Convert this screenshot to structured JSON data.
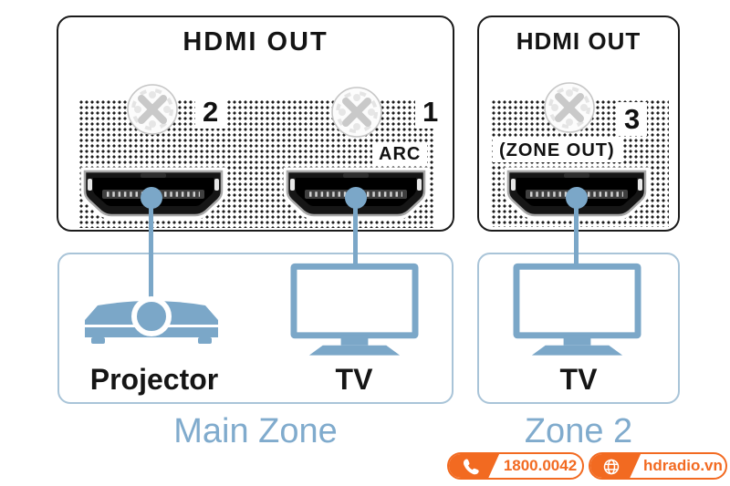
{
  "colors": {
    "accent_blue": "#7ba7c8",
    "box_border_blue": "#a9c4d8",
    "zone_text_blue": "#80abcd",
    "brand_orange": "#f26a21",
    "panel_border_black": "#1b1b1b"
  },
  "panels": {
    "main": {
      "title": "HDMI OUT",
      "port_2_label": "2",
      "port_1_label": "1",
      "port_1_sublabel": "ARC"
    },
    "zone": {
      "title": "HDMI OUT",
      "port_3_label": "3",
      "port_3_sublabel": "(ZONE OUT)"
    }
  },
  "devices": {
    "projector_label": "Projector",
    "tv_main_label": "TV",
    "tv_zone_label": "TV"
  },
  "zones": {
    "main_label": "Main Zone",
    "zone2_label": "Zone 2"
  },
  "footer": {
    "phone": "1800.0042",
    "website": "hdradio.vn",
    "phone_icon": "phone",
    "website_icon": "globe"
  }
}
